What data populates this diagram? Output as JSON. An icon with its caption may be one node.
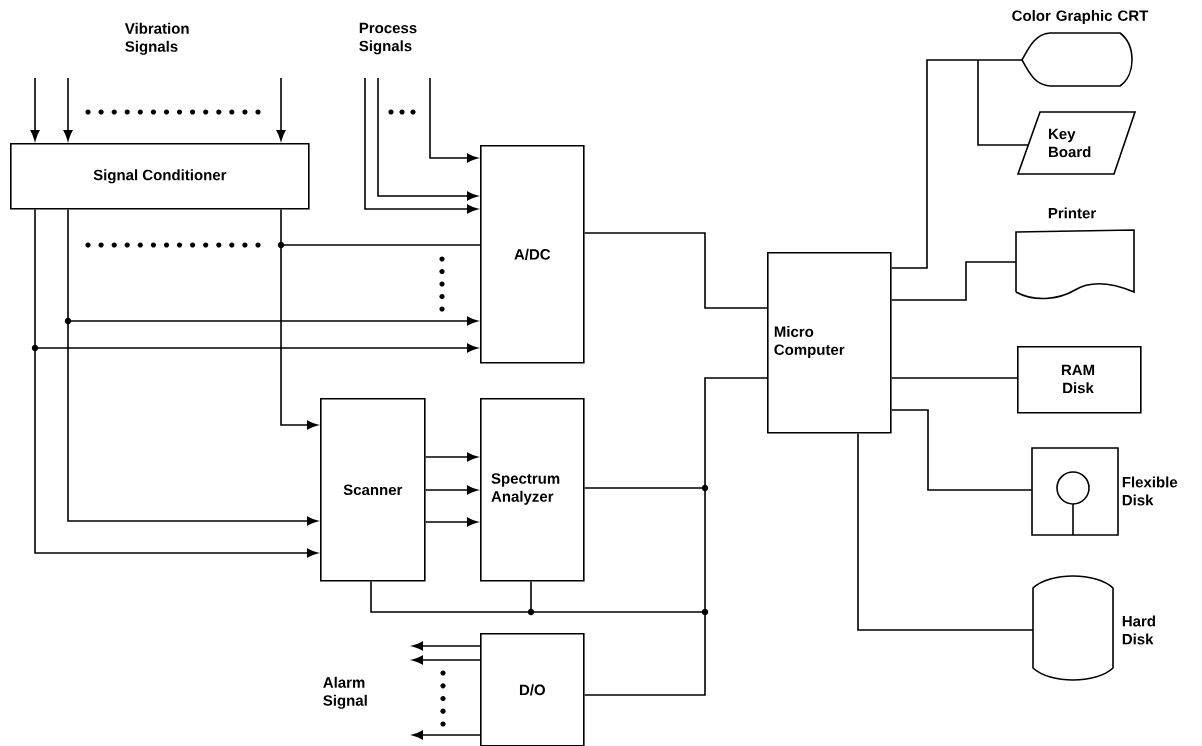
{
  "diagram": {
    "nodes": [
      {
        "text": [
          "Signal Conditioner"
        ]
      },
      {
        "text": [
          "A/DC"
        ]
      },
      {
        "text": [
          "Scanner"
        ]
      },
      {
        "text": [
          "Spectrum Analyzer"
        ]
      },
      {
        "text": [
          "D/O"
        ]
      },
      {
        "text": [
          "Micro Computer"
        ]
      },
      {
        "text": [
          "Color Graphic CRT"
        ]
      },
      {
        "text": [
          "Key Board"
        ]
      },
      {
        "text": [
          "Printer"
        ]
      },
      {
        "text": [
          "RAM Disk"
        ]
      },
      {
        "text": [
          "Flexible Disk"
        ]
      },
      {
        "text": [
          "Hard Disk"
        ]
      }
    ],
    "edges": [
      {
        "from": null,
        "to": 0,
        "arrow": "to"
      },
      {
        "from": null,
        "to": 0,
        "arrow": "to"
      },
      {
        "from": null,
        "to": 0,
        "arrow": "to"
      },
      {
        "from": null,
        "to": 1,
        "arrow": "to"
      },
      {
        "from": null,
        "to": 1,
        "arrow": "to"
      },
      {
        "from": null,
        "to": 1,
        "arrow": "to"
      },
      {
        "from": 0,
        "to": 1,
        "arrow": "none"
      },
      {
        "from": 0,
        "to": 1,
        "arrow": "to"
      },
      {
        "from": 0,
        "to": 1,
        "arrow": "to"
      },
      {
        "from": 0,
        "to": 2,
        "arrow": "to"
      },
      {
        "from": 0,
        "to": 2,
        "arrow": "to"
      },
      {
        "from": 0,
        "to": 2,
        "arrow": "to"
      },
      {
        "from": 2,
        "to": 3,
        "arrow": "to"
      },
      {
        "from": 2,
        "to": 3,
        "arrow": "to"
      },
      {
        "from": 2,
        "to": 3,
        "arrow": "to"
      },
      {
        "from": 1,
        "to": 5,
        "arrow": "none"
      },
      {
        "from": 3,
        "to": 5,
        "arrow": "none"
      },
      {
        "from": 2,
        "to": 5,
        "arrow": "none"
      },
      {
        "from": 3,
        "to": 5,
        "arrow": "none"
      },
      {
        "from": 4,
        "to": 5,
        "arrow": "none"
      },
      {
        "from": 4,
        "to": null,
        "arrow": "to"
      },
      {
        "from": 4,
        "to": null,
        "arrow": "to"
      },
      {
        "from": 4,
        "to": null,
        "arrow": "to"
      },
      {
        "from": 5,
        "to": 6,
        "arrow": "none"
      },
      {
        "from": 5,
        "to": 7,
        "arrow": "none"
      },
      {
        "from": 5,
        "to": 8,
        "arrow": "none"
      },
      {
        "from": 5,
        "to": 9,
        "arrow": "none"
      },
      {
        "from": 5,
        "to": 10,
        "arrow": "none"
      },
      {
        "from": 5,
        "to": 11,
        "arrow": "none"
      }
    ],
    "labels": [
      "Vibration Signals",
      "Process Signals",
      "Alarm Signal"
    ]
  }
}
